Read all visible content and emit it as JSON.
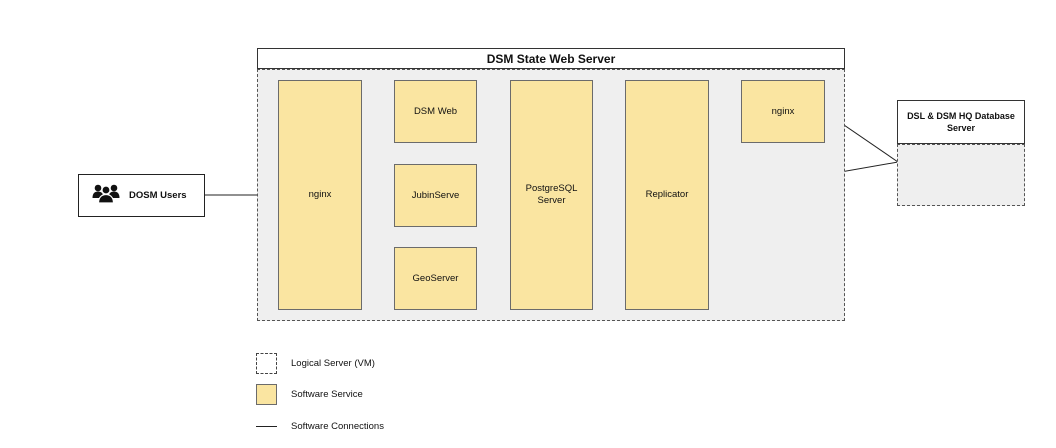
{
  "web_server": {
    "title": "DSM State Web Server"
  },
  "services": {
    "nginx_front": "nginx",
    "dsm_web": "DSM Web",
    "jubin_serve": "JubinServe",
    "geoserver": "GeoServer",
    "postgresql": "PostgreSQL\nServer",
    "replicator": "Replicator",
    "nginx_back": "nginx"
  },
  "users": {
    "label": "DOSM Users",
    "icon": "users-group-icon"
  },
  "database_server": {
    "title": "DSL & DSM HQ Database\nServer"
  },
  "legend": {
    "logical_server": "Logical Server (VM)",
    "software_service": "Software Service",
    "software_connections": "Software Connections"
  },
  "colors": {
    "service_fill": "#fae5a1",
    "server_fill": "#efefef",
    "line": "#222222"
  }
}
